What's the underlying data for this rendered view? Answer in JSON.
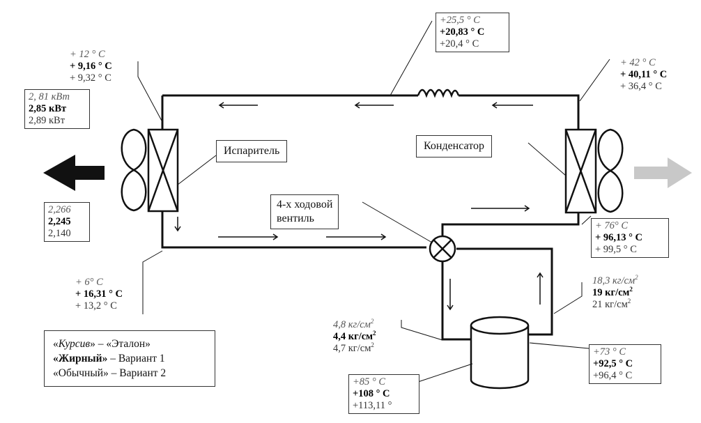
{
  "components": {
    "evaporator": "Испаритель",
    "condenser": "Конденсатор",
    "valve_line1": "4-х ходовой",
    "valve_line2": "вентиль"
  },
  "readings": {
    "top_line": {
      "v1": "+25,5 ° С",
      "v2": "+20,83 ° С",
      "v3": "+20,4 ° С"
    },
    "evap_top": {
      "v1": "+ 12 ° С",
      "v2": "+ 9,16 ° С",
      "v3": "+ 9,32 ° С"
    },
    "power": {
      "v1": "2, 81 кВт",
      "v2": "2,85 кВт",
      "v3": "2,89 кВт"
    },
    "cond_top": {
      "v1": "+ 42 ° С",
      "v2": "+ 40,11 ° С",
      "v3": "+ 36,4 ° С"
    },
    "cop": {
      "v1": "2,266",
      "v2": "2,245",
      "v3": "2,140"
    },
    "cond_out": {
      "v1": "+ 76° С",
      "v2": "+ 96,13 ° С",
      "v3": "+ 99,5 ° С"
    },
    "evap_bottom": {
      "v1": "+ 6° С",
      "v2": "+ 16,31 ° С",
      "v3": "+ 13,2 ° С"
    },
    "high_pressure": {
      "v1": "18,3 кг/см",
      "v2": "19 кг/см",
      "v3": "21 кг/см",
      "sup": "2"
    },
    "low_pressure": {
      "v1": "4,8 кг/см",
      "v2": "4,4 кг/см",
      "v3": "4,7 кг/см",
      "sup": "2"
    },
    "comp_right": {
      "v1": "+73 ° С",
      "v2": "+92,5 ° С",
      "v3": "+96,4 ° С"
    },
    "comp_bottom": {
      "v1": "+85 ° С",
      "v2": "+108 ° С",
      "v3": "+113,11 °"
    }
  },
  "legend": {
    "row1_open": "«",
    "row1_style": "Курсив",
    "row1_rest": "» – «Эталон»",
    "row2_style": "«Жирный»",
    "row2_rest": " – Вариант 1",
    "row3_style": "«Обычный»",
    "row3_rest": " – Вариант 2"
  },
  "colors": {
    "line": "#111111",
    "arrow_left": "#111111",
    "arrow_right": "#c8c8c8"
  }
}
